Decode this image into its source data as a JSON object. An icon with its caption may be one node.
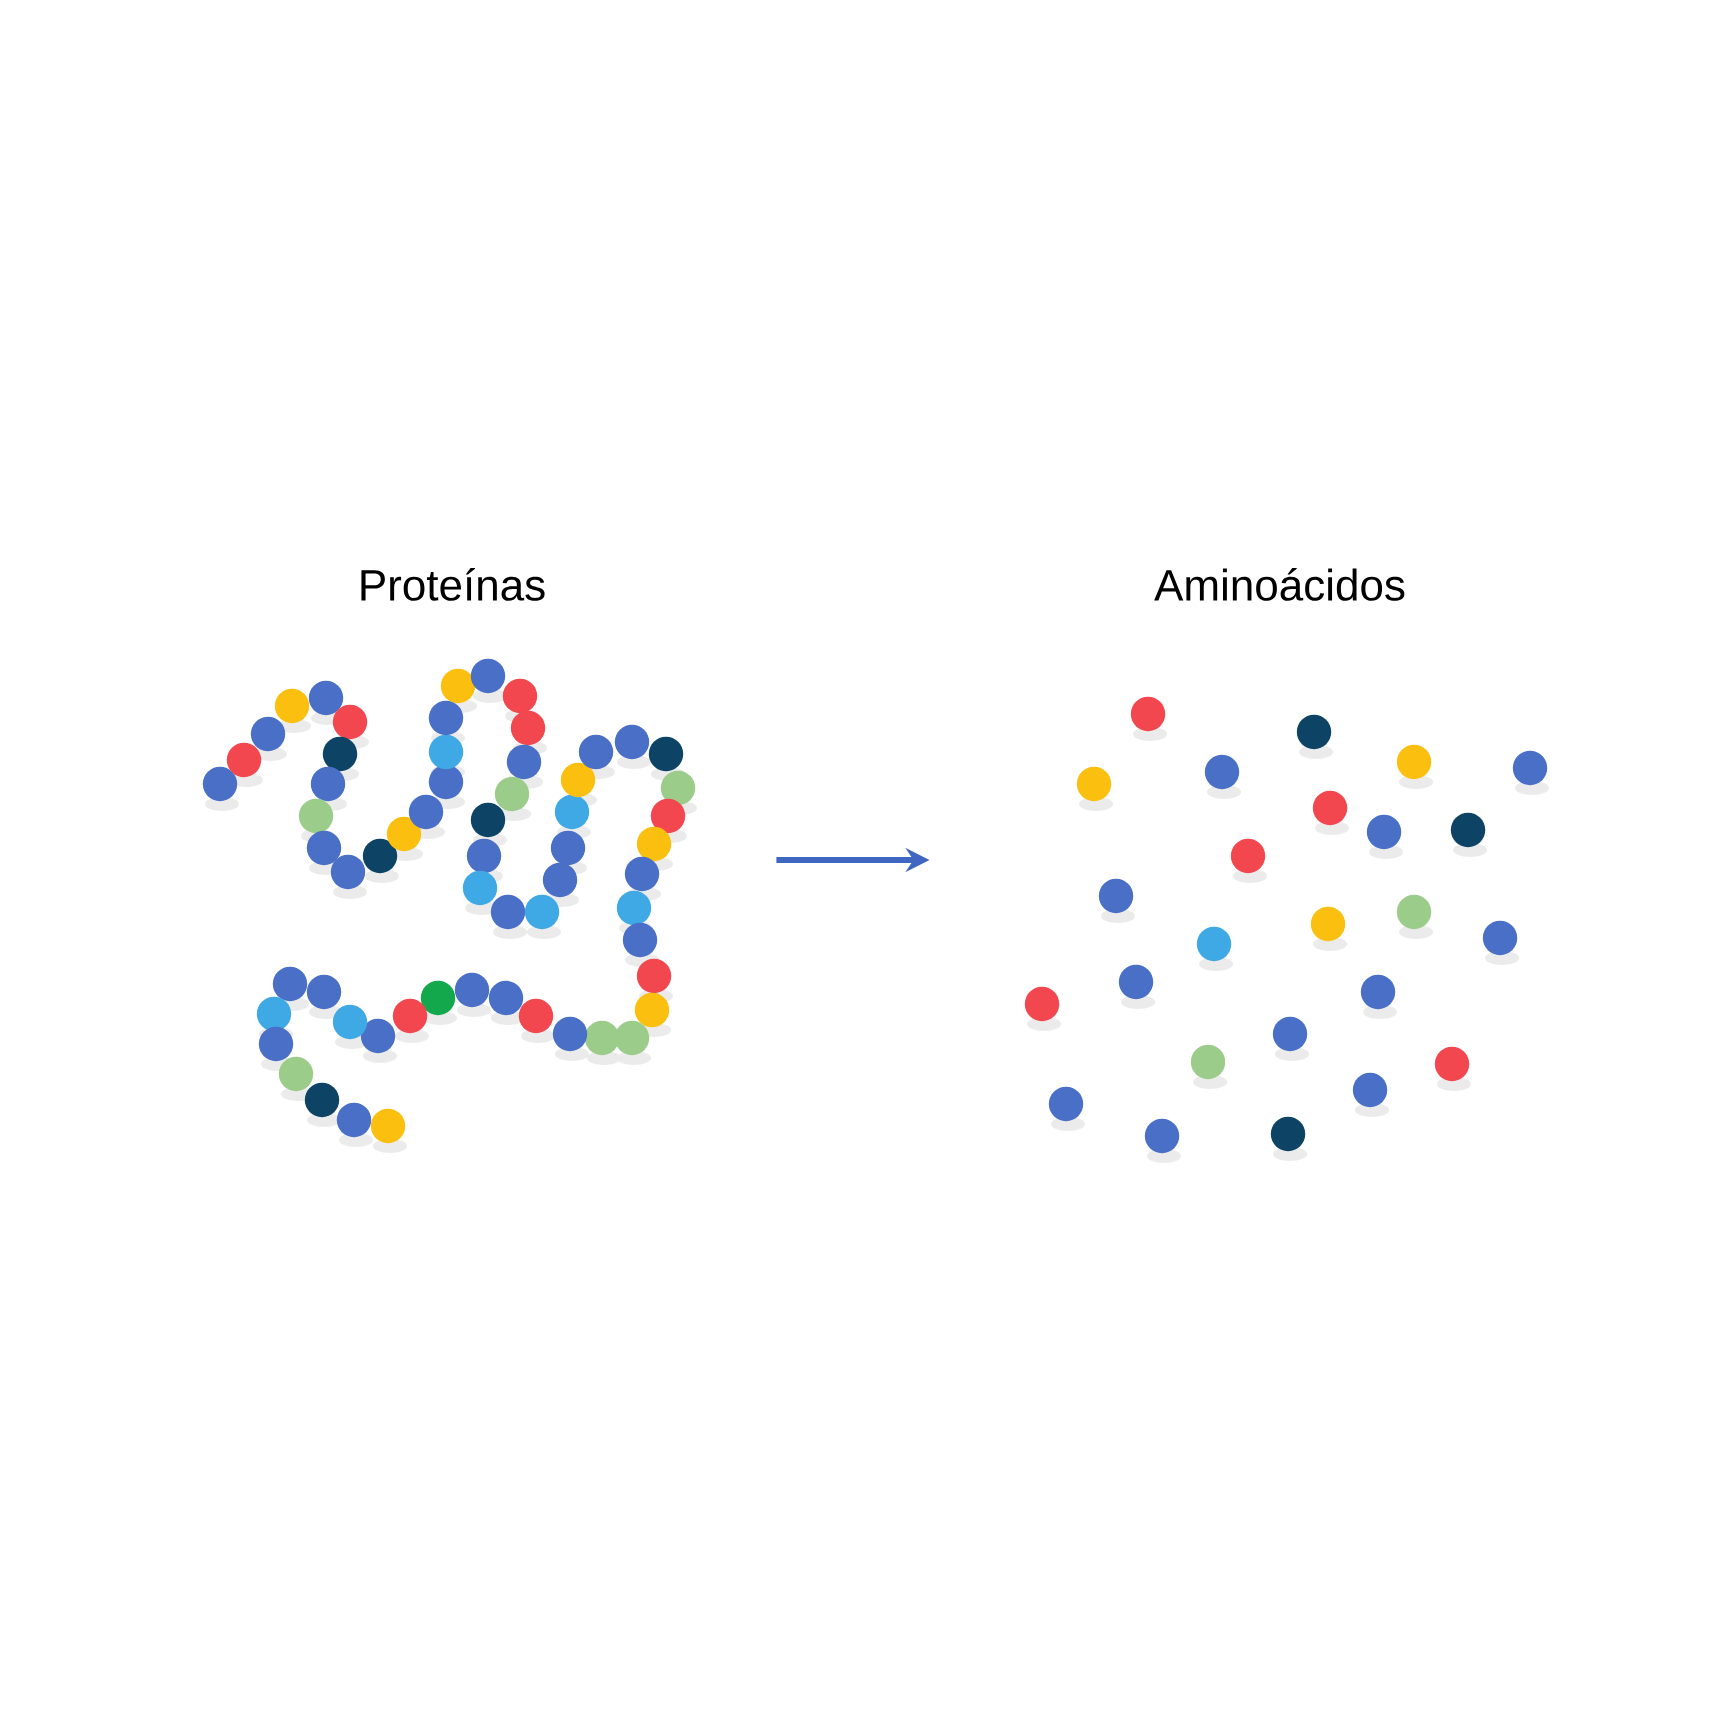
{
  "diagram": {
    "nodes": [
      {
        "text": [
          "Proteínas"
        ]
      },
      {
        "text": [
          "Aminoácidos"
        ]
      }
    ],
    "edges": [
      {
        "from": 0,
        "to": 1,
        "arrow": "to"
      }
    ]
  }
}
